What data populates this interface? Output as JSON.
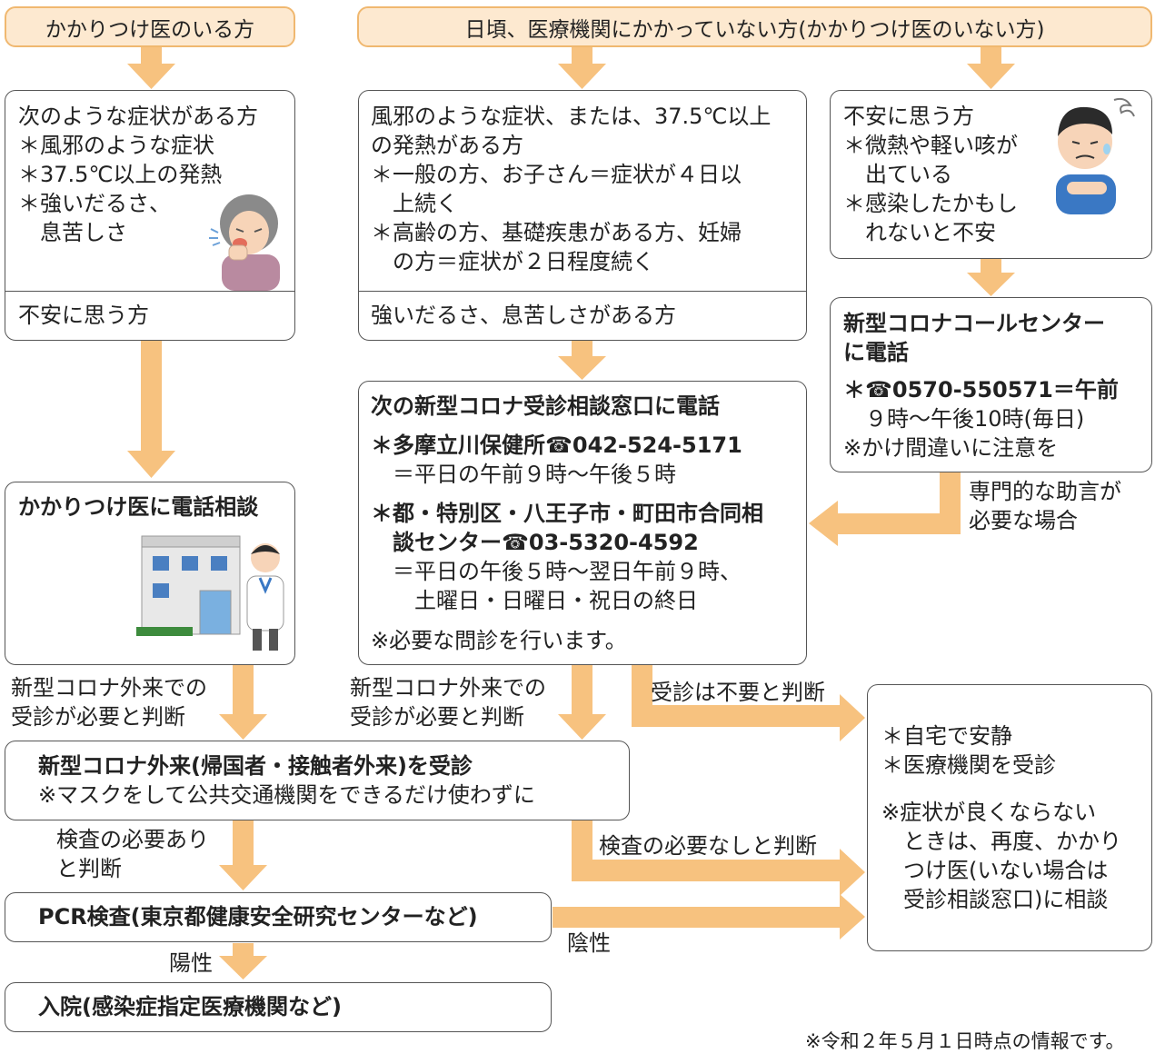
{
  "headers": {
    "left": "かかりつけ医のいる方",
    "right": "日頃、医療機関にかかっていない方(かかりつけ医のいない方)"
  },
  "box_symptoms": {
    "title": "次のような症状がある方",
    "items": [
      "＊風邪のような症状",
      "＊37.5℃以上の発熱",
      "＊強いだるさ、",
      "　息苦しさ"
    ],
    "footer": "不安に思う方"
  },
  "box_cold": {
    "line1": "風邪のような症状、または、37.5℃以上",
    "line2": "の発熱がある方",
    "item1a": "＊一般の方、お子さん＝症状が４日以",
    "item1b": "　上続く",
    "item2a": "＊高齢の方、基礎疾患がある方、妊婦",
    "item2b": "　の方＝症状が２日程度続く",
    "footer": "強いだるさ、息苦しさがある方"
  },
  "box_anxious": {
    "title": "不安に思う方",
    "item1a": "＊微熱や軽い咳が",
    "item1b": "　出ている",
    "item2a": "＊感染したかもし",
    "item2b": "　れないと不安"
  },
  "box_callcenter": {
    "title1": "新型コロナコールセンター",
    "title2": "に電話",
    "tel1": "＊☎0570-550571＝午前",
    "tel2": "　９時～午後10時(毎日)",
    "note": "※かけ間違いに注意を"
  },
  "box_family_doctor": {
    "title": "かかりつけ医に電話相談"
  },
  "box_consult": {
    "title": "次の新型コロナ受診相談窓口に電話",
    "c1a": "＊多摩立川保健所☎042-524-5171",
    "c1b": "　＝平日の午前９時～午後５時",
    "c2a": "＊都・特別区・八王子市・町田市合同相",
    "c2b": "　談センター☎03-5320-4592",
    "c2c": "　＝平日の午後５時～翌日午前９時、",
    "c2d": "　　土曜日・日曜日・祝日の終日",
    "note": "※必要な問診を行います。"
  },
  "box_outpatient": {
    "title": "新型コロナ外来(帰国者・接触者外来)を受診",
    "note": "※マスクをして公共交通機関をできるだけ使わずに"
  },
  "box_pcr": {
    "title": "PCR検査(東京都健康安全研究センターなど)"
  },
  "box_hospital": {
    "title": "入院(感染症指定医療機関など)"
  },
  "box_home": {
    "item1": "＊自宅で安静",
    "item2": "＊医療機関を受診",
    "n1": "※症状が良くならない",
    "n2": "　ときは、再度、かかり",
    "n3": "　つけ医(いない場合は",
    "n4": "　受診相談窓口)に相談"
  },
  "labels": {
    "expert_1": "専門的な助言が",
    "expert_2": "必要な場合",
    "need_left_1": "新型コロナ外来での",
    "need_left_2": "受診が必要と判断",
    "need_mid_1": "新型コロナ外来での",
    "need_mid_2": "受診が必要と判断",
    "not_needed": "受診は不要と判断",
    "test_needed_1": "検査の必要あり",
    "test_needed_2": "と判断",
    "test_not_needed": "検査の必要なしと判断",
    "negative": "陰性",
    "positive": "陽性"
  },
  "footnote": "※令和２年５月１日時点の情報です。",
  "colors": {
    "arrow": "#f7c27f",
    "header_fill": "#fde9d0",
    "header_border": "#f0b870"
  }
}
